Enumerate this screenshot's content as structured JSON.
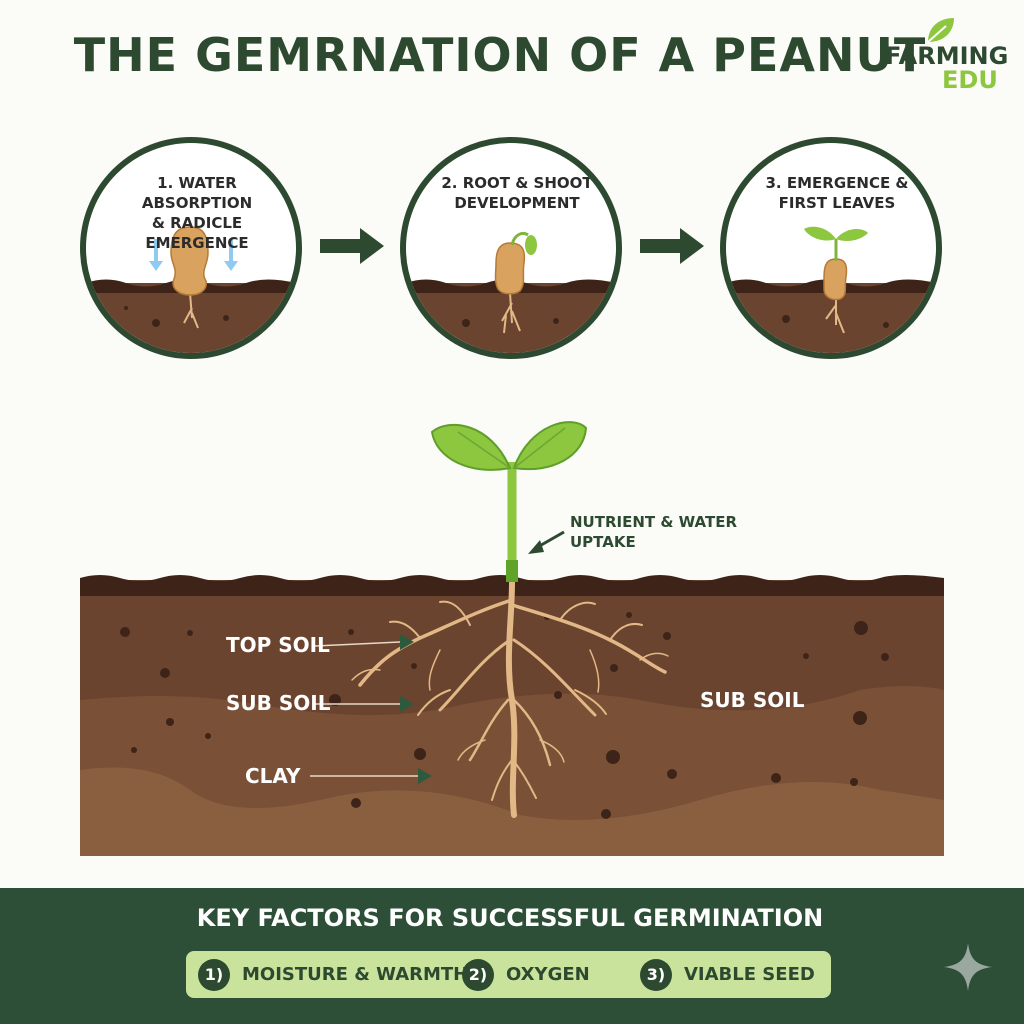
{
  "title": "THE GEMRNATION OF A PEANUT",
  "logo": {
    "line1": "FARMING",
    "line2": "EDU"
  },
  "stages": [
    {
      "label": "1. WATER ABSORPTION\n& RADICLE EMERGENCE"
    },
    {
      "label": "2. ROOT & SHOOT\nDEVELOPMENT"
    },
    {
      "label": "3. EMERGENCE &\nFIRST LEAVES"
    }
  ],
  "annotation": "NUTRIENT & WATER\nUPTAKE",
  "soil_labels": {
    "top_soil": "TOP SOIL",
    "sub_soil": "SUB SOIL",
    "clay": "CLAY",
    "sub_soil_right": "SUB SOIL"
  },
  "footer": {
    "title": "KEY FACTORS FOR SUCCESSFUL GERMINATION",
    "factors": [
      {
        "num": "1)",
        "label": "MOISTURE & WARMTH"
      },
      {
        "num": "2)",
        "label": "OXYGEN"
      },
      {
        "num": "3)",
        "label": "VIABLE SEED"
      }
    ]
  },
  "colors": {
    "dark_green": "#2d4a31",
    "leaf_green": "#8dc63f",
    "top_soil": "#6b4430",
    "sub_soil": "#7a5036",
    "clay": "#8a5f40",
    "root": "#e2b886",
    "factor_bar": "#c9e39c"
  }
}
